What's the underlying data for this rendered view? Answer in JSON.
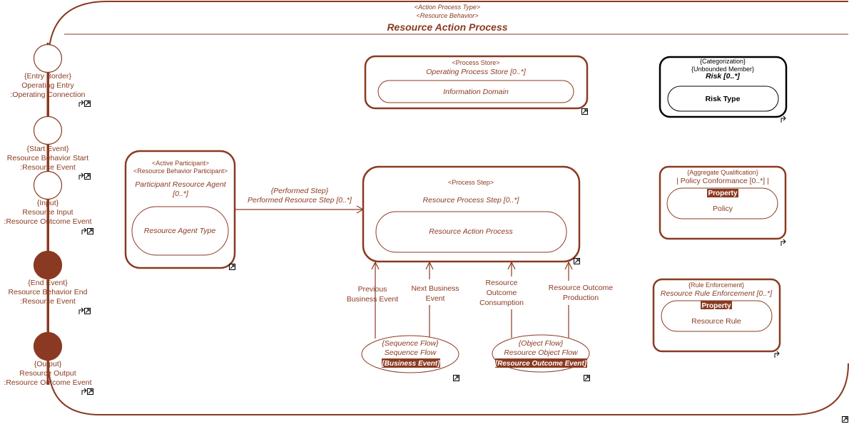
{
  "header": {
    "stereo1": "<Action Process Type>",
    "stereo2": "<Resource Behavior>",
    "title": "Resource Action Process"
  },
  "ports": [
    {
      "l1": "{Entry Border}",
      "l2": "Operating Entry",
      "l3": ":Operating Connection"
    },
    {
      "l1": "{Start Event}",
      "l2": "Resource Behavior Start",
      "l3": ":Resource Event"
    },
    {
      "l1": "{Input}",
      "l2": "Resource Input",
      "l3": ":Resource Outcome Event"
    },
    {
      "l1": "{End Event}",
      "l2": "Resource Behavior End",
      "l3": ":Resource Event"
    },
    {
      "l1": "{Output}",
      "l2": "Resource Output",
      "l3": ":Resource Outcome Event"
    }
  ],
  "store": {
    "stereo": "<Process Store>",
    "title": "Operating Process Store [0..*]",
    "inner": "Information Domain"
  },
  "participant": {
    "stereo1": "<Active Participant>",
    "stereo2": "<Resource Behavior Participant>",
    "title1": "Participant Resource Agent",
    "title2": "[0..*]",
    "inner": "Resource Agent Type"
  },
  "performed": {
    "l1": "{Performed Step}",
    "l2": "Performed Resource Step [0..*]"
  },
  "step": {
    "stereo": "<Process Step>",
    "title": "Resource Process Step [0..*]",
    "inner": "Resource Action Process"
  },
  "flows": {
    "prev": {
      "l1": "Previous",
      "l2": "Business Event"
    },
    "next": {
      "l1": "Next Business",
      "l2": "Event"
    },
    "consumption": {
      "l1": "Resource",
      "l2": "Outcome",
      "l3": "Consumption"
    },
    "production": {
      "l1": "Resource Outcome",
      "l2": "Production"
    }
  },
  "sequence_flow": {
    "l1": "{Sequence Flow}",
    "l2": "Sequence Flow",
    "tag": "[Business Event]"
  },
  "object_flow": {
    "l1": "{Object Flow}",
    "l2": "Resource Object Flow",
    "tag": "[Resource Outcome Event]"
  },
  "risk": {
    "stereo1": "{Categorization}",
    "stereo2": "{Unbounded Member}",
    "title": "Risk [0..*]",
    "inner": "Risk Type"
  },
  "policy": {
    "stereo": "{Aggregate Qualification}",
    "title": "| Policy Conformance [0..*] |",
    "tag": "Property",
    "inner": "Policy"
  },
  "rule": {
    "stereo": "{Rule Enforcement}",
    "title": "Resource Rule Enforcement [0..*]",
    "tag": "Property",
    "inner": "Resource Rule"
  },
  "icons": [
    "up-arrow-icon",
    "expand-icon"
  ],
  "colors": {
    "primary": "#8a3a22",
    "black": "#000000"
  }
}
